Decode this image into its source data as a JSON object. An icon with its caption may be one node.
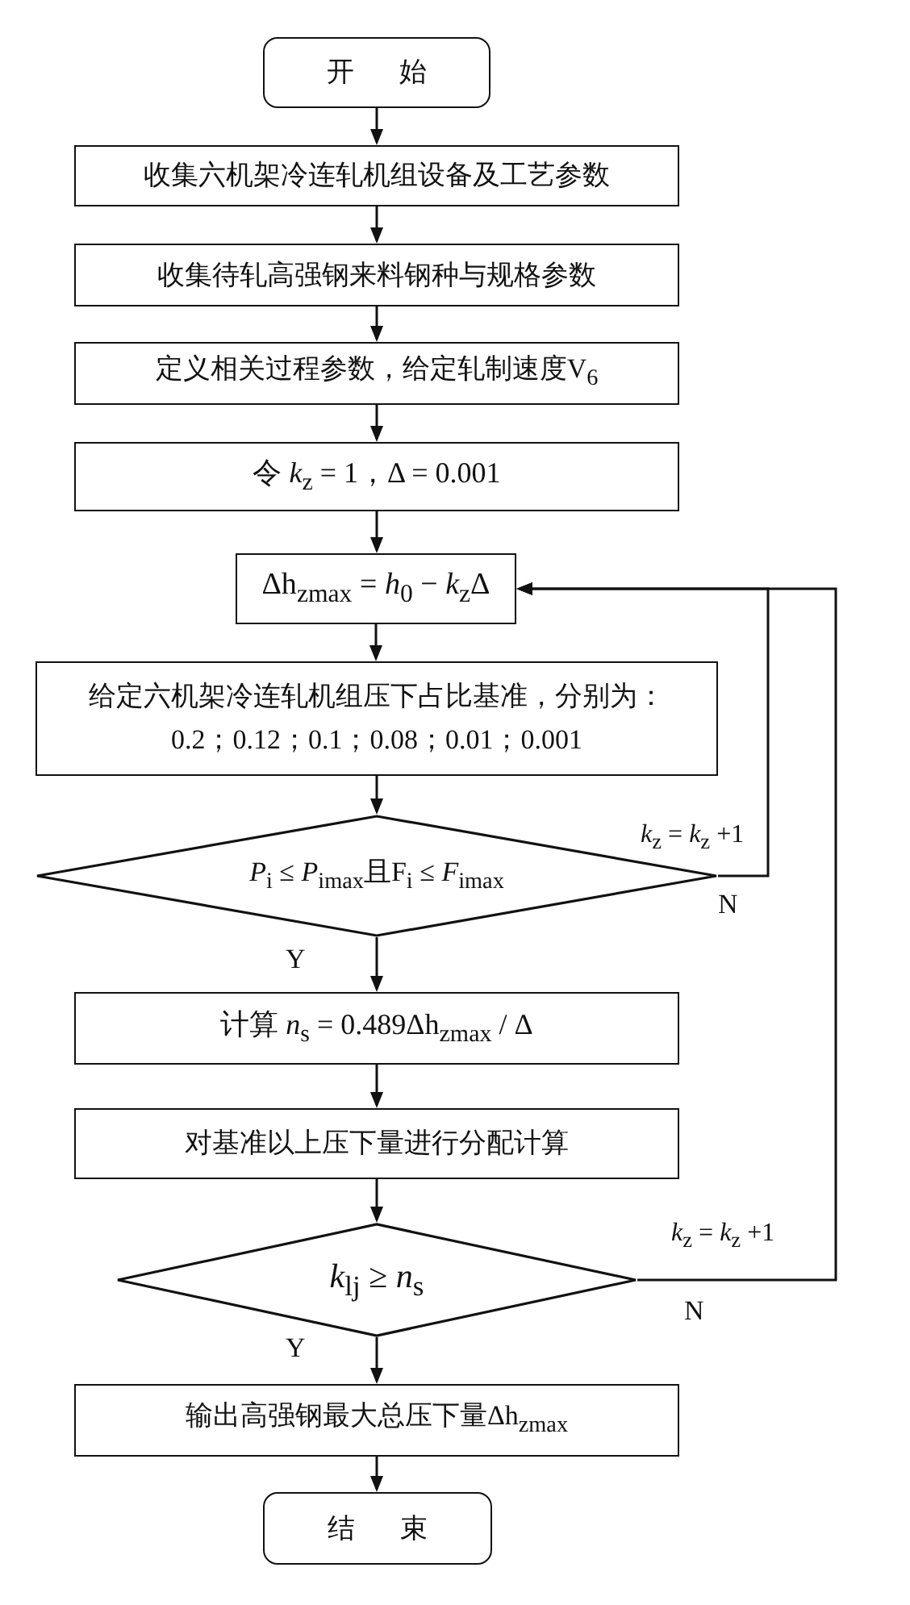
{
  "diagram": {
    "nodes": [
      {
        "text": [
          "开 始"
        ]
      },
      {
        "text": [
          "收集六机架冷连轧机组设备及工艺参数"
        ]
      },
      {
        "text": [
          "收集待轧高强钢来料钢种与规格参数"
        ]
      },
      {
        "text": [
          "定义相关过程参数，给定轧制速度V$_{6}$"
        ]
      },
      {
        "text": [
          "令 *k*$_{z}$ = 1，Δ = 0.001"
        ]
      },
      {
        "text": [
          "Δh$_{zmax}$ = *h*$_{0}$ − *k*$_{z}$Δ"
        ]
      },
      {
        "text": [
          "给定六机架冷连轧机组压下占比基准，分别为：0.2；0.12；0.1；0.08；0.01；0.001"
        ]
      },
      {
        "text": [
          "*P*$_{i}$ ≤ *P*$_{imax}$且F$_{i}$ ≤ *F*$_{imax}$"
        ]
      },
      {
        "text": [
          "计算 *n*$_{s}$ = 0.489Δh$_{zmax}$ / Δ"
        ]
      },
      {
        "text": [
          "对基准以上压下量进行分配计算"
        ]
      },
      {
        "text": [
          "*k*$_{lj}$ ≥ *n*$_{s}$"
        ]
      },
      {
        "text": [
          "输出高强钢最大总压下量Δh$_{zmax}$"
        ]
      },
      {
        "text": [
          "结 束"
        ]
      }
    ],
    "edges": [
      {
        "from": 0,
        "to": 1,
        "arrow": "to"
      },
      {
        "from": 1,
        "to": 2,
        "arrow": "to"
      },
      {
        "from": 2,
        "to": 3,
        "arrow": "to"
      },
      {
        "from": 3,
        "to": 4,
        "arrow": "to"
      },
      {
        "from": 4,
        "to": 5,
        "arrow": "to"
      },
      {
        "from": 5,
        "to": 6,
        "arrow": "to"
      },
      {
        "from": 6,
        "to": 7,
        "arrow": "to"
      },
      {
        "from": 7,
        "to": 8,
        "arrow": "to",
        "label": "Y"
      },
      {
        "from": 8,
        "to": 9,
        "arrow": "to"
      },
      {
        "from": 9,
        "to": 10,
        "arrow": "to"
      },
      {
        "from": 10,
        "to": 11,
        "arrow": "to",
        "label": "Y"
      },
      {
        "from": 11,
        "to": 12,
        "arrow": "to"
      },
      {
        "from": 7,
        "to": 5,
        "arrow": "to",
        "label": "N"
      },
      {
        "from": 10,
        "to": 5,
        "arrow": "to",
        "label": "N"
      }
    ],
    "labels": [
      "*k*$_{z}$ = *k*$_{z}$ +1",
      "*k*$_{z}$ = *k*$_{z}$ +1"
    ]
  }
}
